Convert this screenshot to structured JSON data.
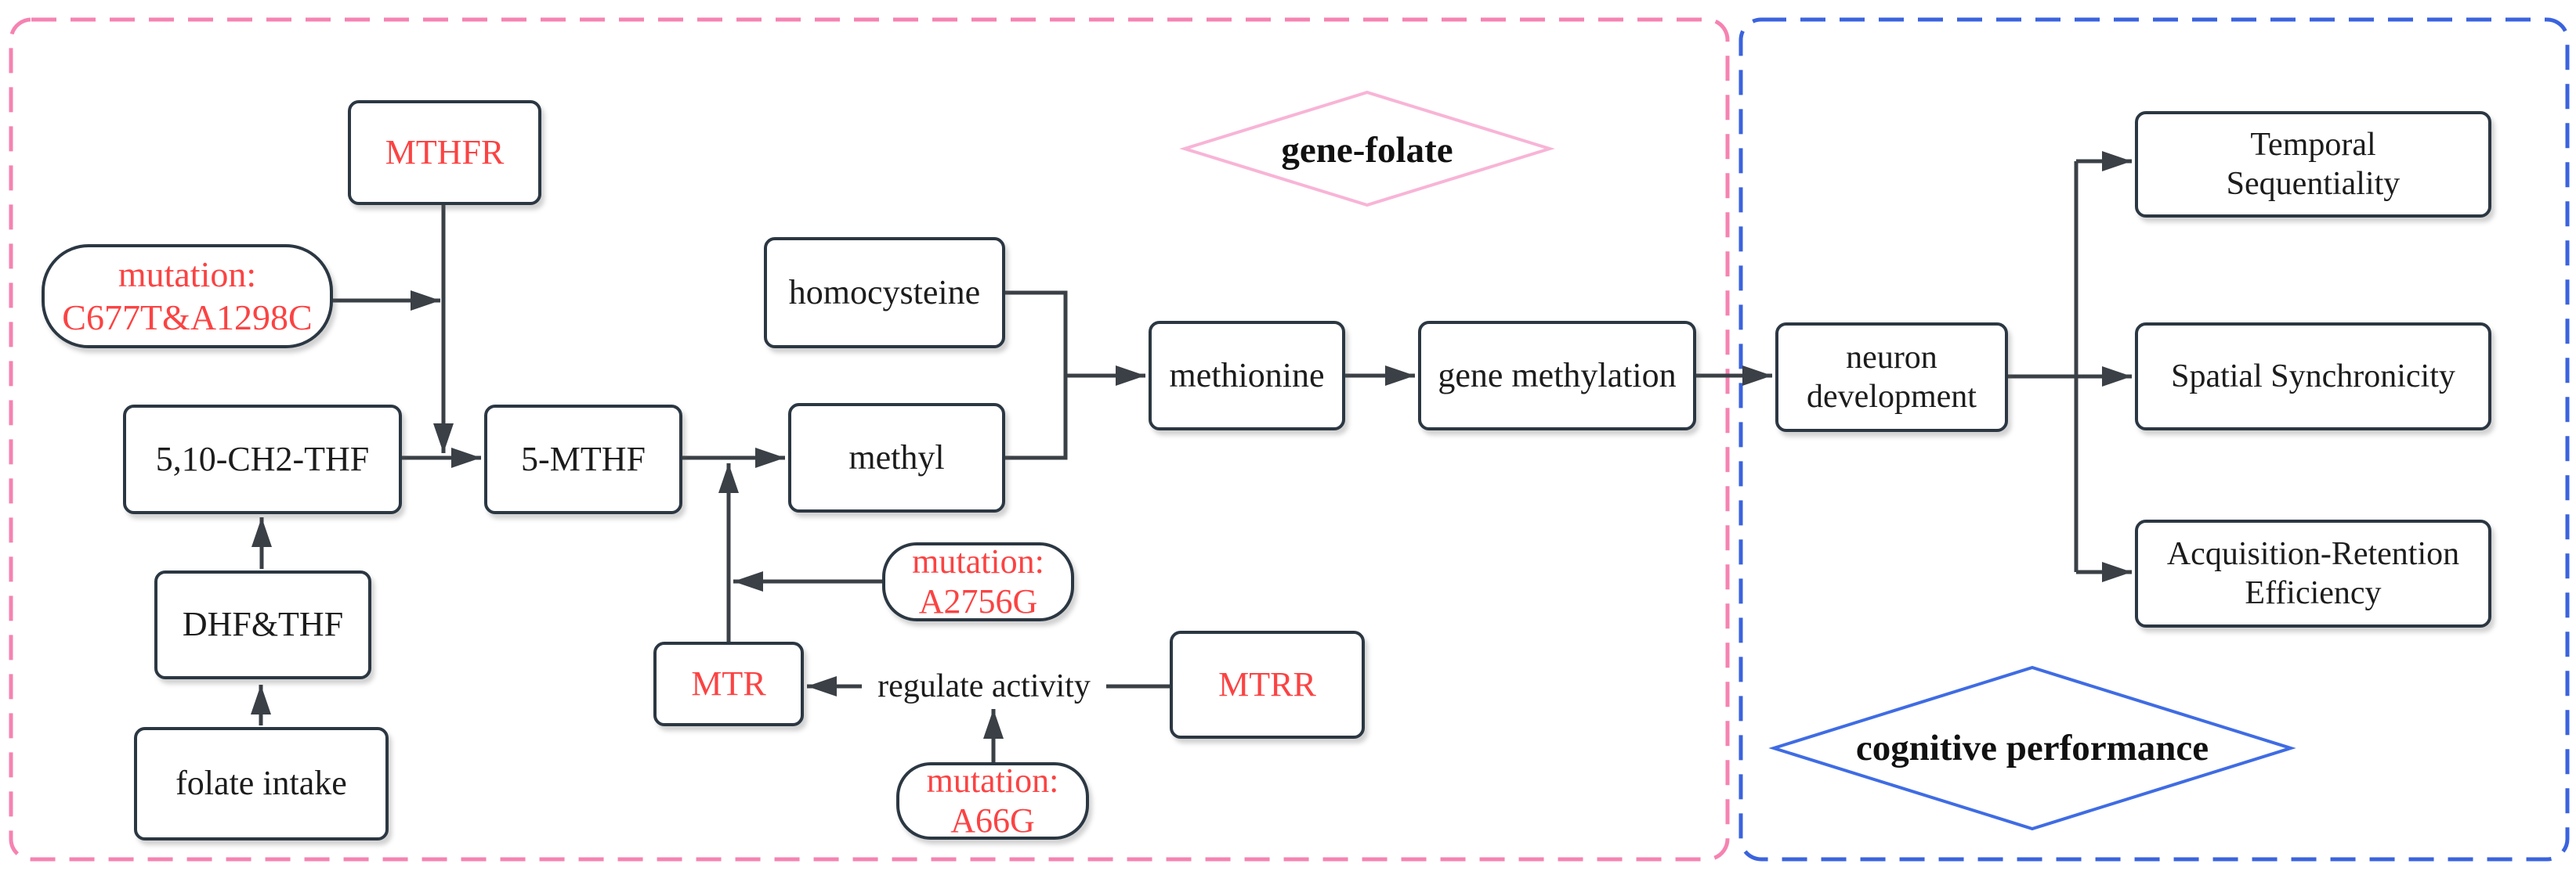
{
  "colors": {
    "pink_accent": "#f583b2",
    "blue_accent": "#3a63de",
    "pink_diamond": "#f8b4d6",
    "blue_diamond": "#3f6ce4",
    "red_text": "#fb4343",
    "box_border": "#2b3742",
    "line_color": "#3a4046",
    "text_color": "#1c1c1c"
  },
  "regions": {
    "gene_folate": {
      "label": "gene-folate"
    },
    "cognitive_performance": {
      "label": "cognitive performance"
    }
  },
  "nodes": {
    "mthfr": {
      "label": "MTHFR"
    },
    "mutation_mthfr": {
      "line1": "mutation:",
      "line2": "C677T&A1298C"
    },
    "ch2_thf": {
      "label": "5,10-CH2-THF"
    },
    "dhf_thf": {
      "label": "DHF&THF"
    },
    "folate_intake": {
      "label": "folate intake"
    },
    "five_mthf": {
      "label": "5-MTHF"
    },
    "homocysteine": {
      "label": "homocysteine"
    },
    "methyl": {
      "label": "methyl"
    },
    "methionine": {
      "label": "methionine"
    },
    "gene_methylation": {
      "label": "gene methylation"
    },
    "neuron_development": {
      "line1": "neuron",
      "line2": "development"
    },
    "temporal_sequentiality": {
      "line1": "Temporal",
      "line2": "Sequentiality"
    },
    "spatial_synchronicity": {
      "label": "Spatial Synchronicity"
    },
    "acquisition_retention": {
      "line1": "Acquisition-Retention",
      "line2": "Efficiency"
    },
    "mtr": {
      "label": "MTR"
    },
    "mtrr": {
      "label": "MTRR"
    },
    "mutation_mtr": {
      "line1": "mutation:",
      "line2": "A2756G"
    },
    "mutation_mtrr": {
      "line1": "mutation:",
      "line2": "A66G"
    }
  },
  "edge_labels": {
    "regulate_activity": "regulate activity"
  }
}
